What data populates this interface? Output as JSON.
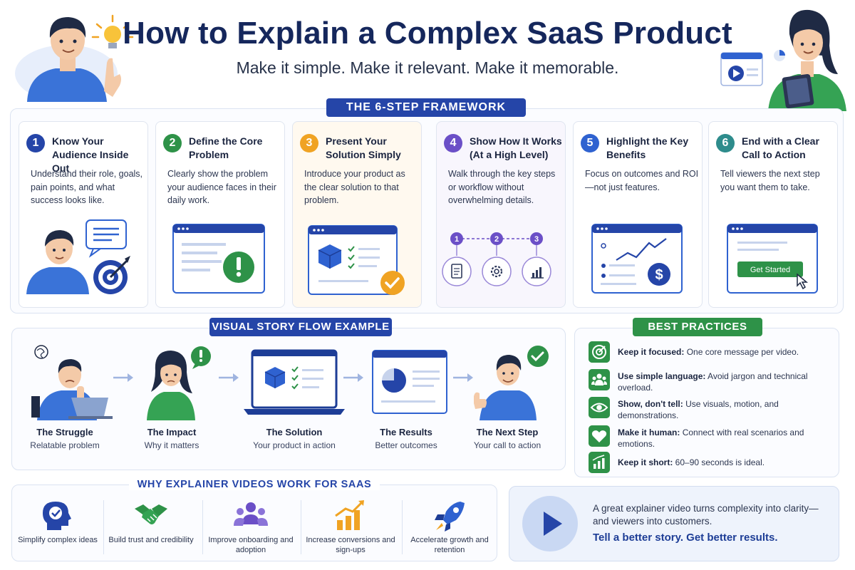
{
  "header": {
    "title": "How to Explain a Complex SaaS Product",
    "subtitle": "Make it simple. Make it relevant. Make it memorable."
  },
  "framework": {
    "heading": "THE 6-STEP FRAMEWORK",
    "steps": [
      {
        "number": "1",
        "title": "Know Your Audience Inside Out",
        "desc": "Understand their role, goals, pain points, and what success looks like.",
        "color": "#2545a8"
      },
      {
        "number": "2",
        "title": "Define the Core Problem",
        "desc": "Clearly show the problem your audience faces in their daily work.",
        "color": "#2e9248"
      },
      {
        "number": "3",
        "title": "Present Your Solution Simply",
        "desc": "Introduce your product as the clear solution to that problem.",
        "color": "#f0a323"
      },
      {
        "number": "4",
        "title": "Show How It Works (At a High Level)",
        "desc": "Walk through the key steps or workflow without overwhelming details.",
        "color": "#6b4fc7"
      },
      {
        "number": "5",
        "title": "Highlight the Key Benefits",
        "desc": "Focus on outcomes and ROI—not just features.",
        "color": "#2f62d0"
      },
      {
        "number": "6",
        "title": "End with a Clear Call to Action",
        "desc": "Tell viewers the next step you want them to take.",
        "color": "#2e8c8c"
      }
    ],
    "workflow_steps": [
      "1",
      "2",
      "3"
    ],
    "cta_button": "Get Started"
  },
  "story": {
    "heading": "VISUAL STORY FLOW EXAMPLE",
    "items": [
      {
        "label": "The Struggle",
        "sub": "Relatable problem"
      },
      {
        "label": "The Impact",
        "sub": "Why it matters"
      },
      {
        "label": "The Solution",
        "sub": "Your product in action"
      },
      {
        "label": "The Results",
        "sub": "Better outcomes"
      },
      {
        "label": "The Next Step",
        "sub": "Your call to action"
      }
    ]
  },
  "best_practices": {
    "heading": "BEST PRACTICES",
    "items": [
      {
        "bold": "Keep it focused:",
        "text": " One core message per video.",
        "icon": "target-icon"
      },
      {
        "bold": "Use simple language:",
        "text": " Avoid jargon and technical overload.",
        "icon": "people-icon"
      },
      {
        "bold": "Show, don't tell:",
        "text": " Use visuals, motion, and demonstrations.",
        "icon": "eye-icon"
      },
      {
        "bold": "Make it human:",
        "text": " Connect with real scenarios and emotions.",
        "icon": "heart-icon"
      },
      {
        "bold": "Keep it short:",
        "text": " 60–90 seconds is ideal.",
        "icon": "chart-icon"
      }
    ]
  },
  "why": {
    "heading": "WHY EXPLAINER VIDEOS WORK FOR SAAS",
    "items": [
      {
        "label": "Simplify complex ideas",
        "icon": "head-check-icon"
      },
      {
        "label": "Build trust and credibility",
        "icon": "handshake-icon"
      },
      {
        "label": "Improve onboarding and adoption",
        "icon": "users-icon"
      },
      {
        "label": "Increase conversions and sign-ups",
        "icon": "growth-chart-icon"
      },
      {
        "label": "Accelerate growth and retention",
        "icon": "rocket-icon"
      }
    ]
  },
  "cta": {
    "text": "A great explainer video turns complexity into clarity—and viewers into customers.",
    "strong": "Tell a better story. Get better results."
  },
  "colors": {
    "navy": "#15275c",
    "blue": "#2545a8",
    "green": "#2e9248",
    "orange": "#f0a323",
    "purple": "#6b4fc7"
  }
}
